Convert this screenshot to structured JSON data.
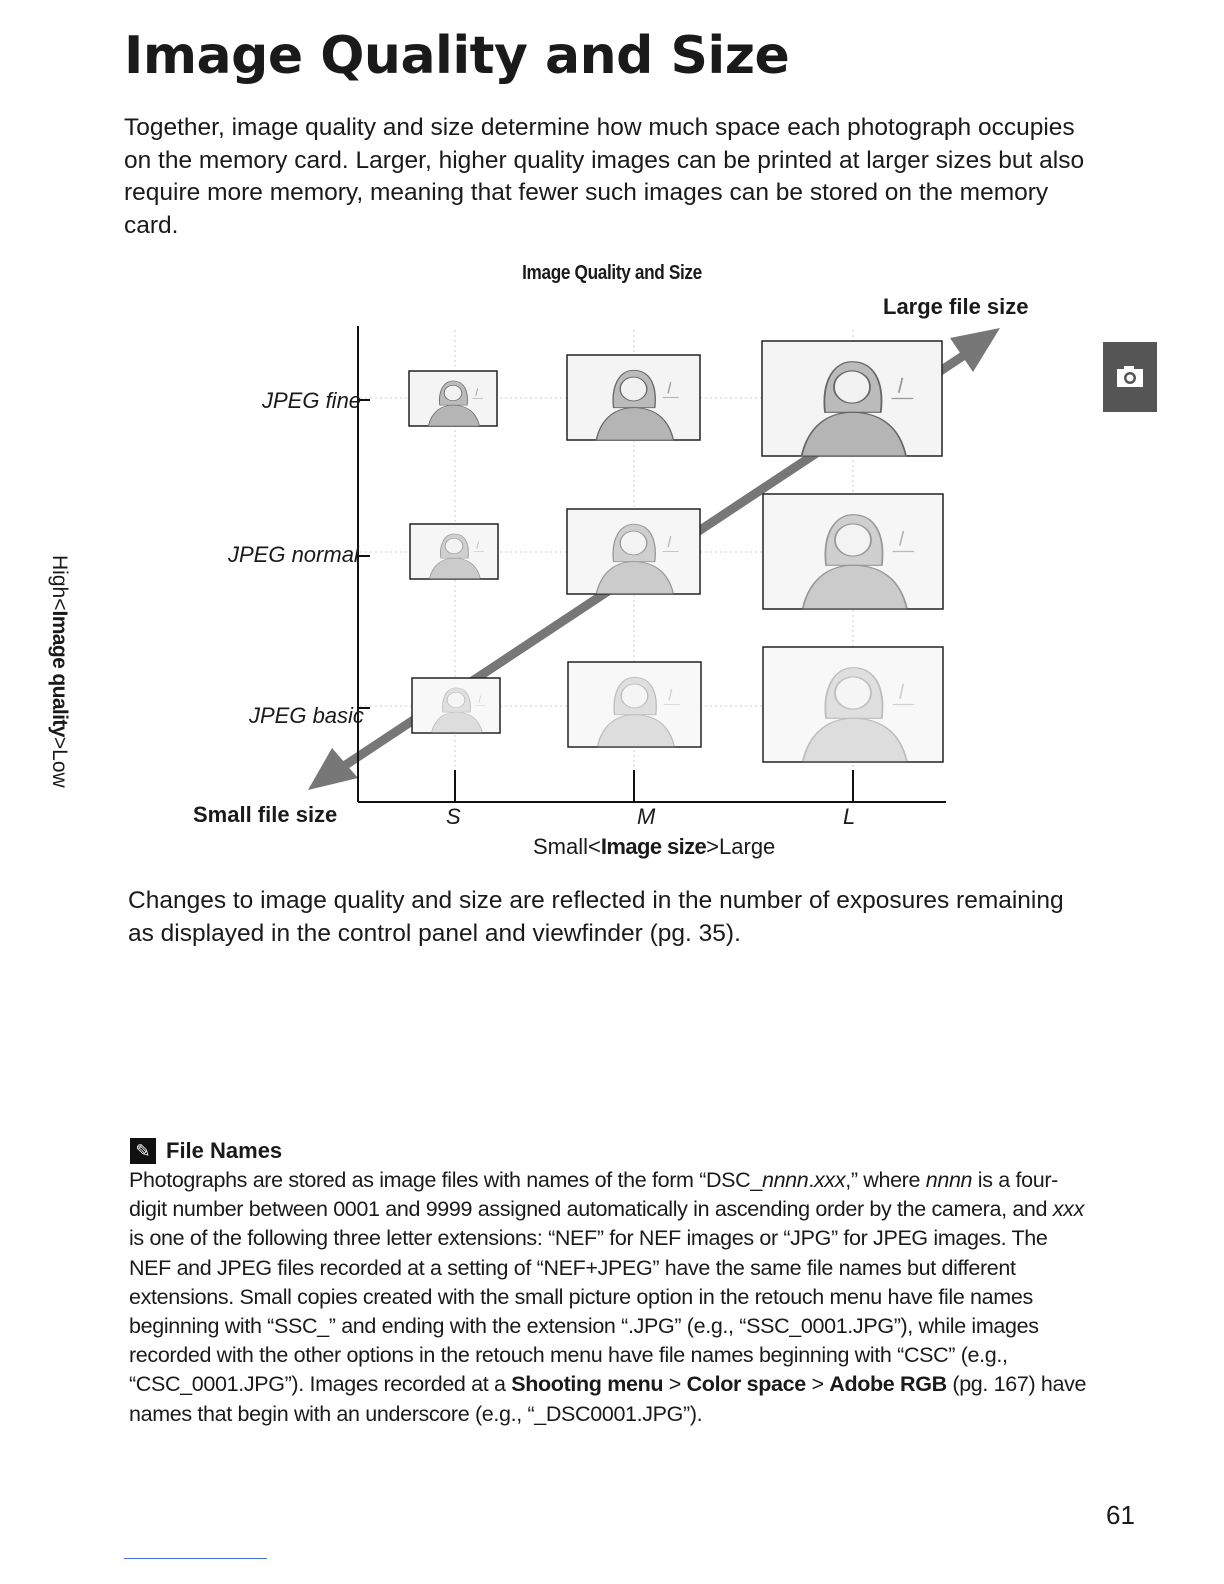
{
  "title": "Image Quality and Size",
  "intro": "Together, image quality and size determine how much space each photograph occupies on the memory card. Larger, higher quality images can be printed at larger sizes but also require more memory, meaning that fewer such images can be stored on the memory card.",
  "figure": {
    "title": "Image Quality and Size",
    "large_file_label": "Large file size",
    "small_file_label": "Small file size",
    "quality_rows": [
      "JPEG fine",
      "JPEG normal",
      "JPEG basic"
    ],
    "size_columns": [
      "S",
      "M",
      "L"
    ],
    "y_axis": {
      "left": "High",
      "middle": "Image quality",
      "right": "Low"
    },
    "x_axis": {
      "left": "Small",
      "middle": "Image size",
      "right": "Large"
    }
  },
  "changes": "Changes to image quality and size are reflected in the number of exposures remaining as displayed in the control panel and viewfinder (pg. 35).",
  "note": {
    "icon": "pencil-icon",
    "heading": "File Names",
    "p1": "Photographs are stored as image files with names of the form “DSC_",
    "p1_i1": "nnnn",
    "p1_b": ".",
    "p1_i2": "xxx",
    "p2": ",” where ",
    "p2_i": "nnnn",
    "p3": " is a four-digit number between 0001 and 9999 assigned automatically in ascending order by the camera, and ",
    "p3_i": "xxx",
    "p4": " is one of the following three letter extensions: “NEF” for NEF images or “JPG” for JPEG images. The NEF and JPEG files recorded at a setting of “NEF+JPEG” have the same file names but different extensions. Small copies created with the small picture option in the retouch menu have file names beginning with “SSC_” and ending with the extension “.JPG” (e.g., “SSC_0001.JPG”), while images recorded with the other options in the retouch menu have file names beginning with “CSC” (e.g., “CSC_0001.JPG”). Images recorded at a ",
    "menu1": "Shooting menu",
    "sep1": " > ",
    "menu2": "Color space",
    "sep2": " > ",
    "menu3": "Adobe RGB",
    "p5": " (pg. 167) have names that begin with an underscore (e.g., “_DSC0001.JPG”)."
  },
  "page_number": "61",
  "side_tab_icon": "camera-icon"
}
